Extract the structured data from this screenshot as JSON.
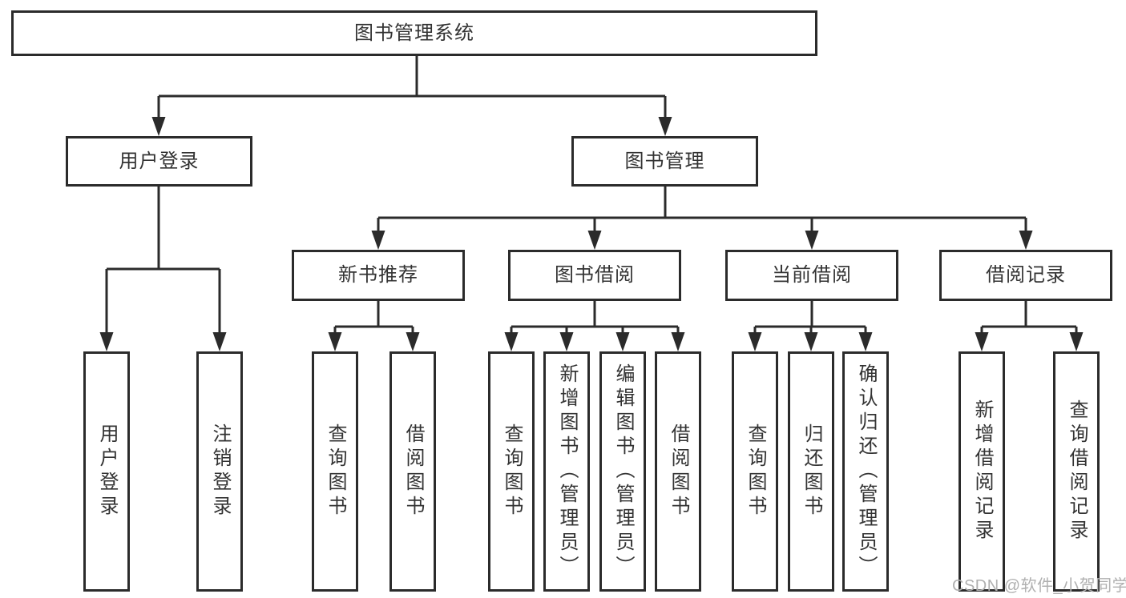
{
  "colors": {
    "line": "#2b2b2b",
    "box_border": "#2b2b2b",
    "box_fill": "#ffffff",
    "text": "#333333",
    "watermark": "#b0b0b0",
    "background": "#ffffff"
  },
  "watermark": {
    "text": "CSDN @软件_小贺同学"
  },
  "tree": {
    "label": "图书管理系统",
    "children": [
      {
        "label": "用户登录",
        "children": [
          {
            "label": "用户登录"
          },
          {
            "label": "注销登录"
          }
        ]
      },
      {
        "label": "图书管理",
        "children": [
          {
            "label": "新书推荐",
            "children": [
              {
                "label": "查询图书"
              },
              {
                "label": "借阅图书"
              }
            ]
          },
          {
            "label": "图书借阅",
            "children": [
              {
                "label": "查询图书"
              },
              {
                "label": "新增图书（管理员）"
              },
              {
                "label": "编辑图书（管理员）"
              },
              {
                "label": "借阅图书"
              }
            ]
          },
          {
            "label": "当前借阅",
            "children": [
              {
                "label": "查询图书"
              },
              {
                "label": "归还图书"
              },
              {
                "label": "确认归还（管理员）"
              }
            ]
          },
          {
            "label": "借阅记录",
            "children": [
              {
                "label": "新增借阅记录"
              },
              {
                "label": "查询借阅记录"
              }
            ]
          }
        ]
      }
    ]
  }
}
